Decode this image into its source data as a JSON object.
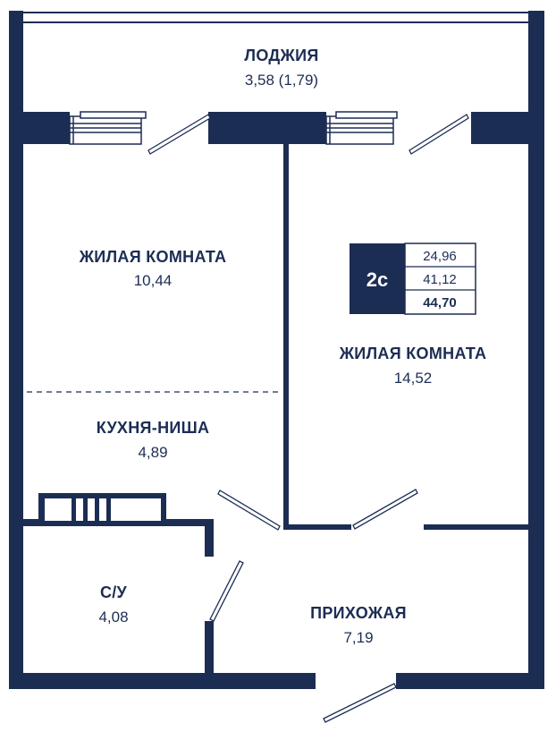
{
  "colors": {
    "wall": "#1c2d54",
    "background": "#ffffff"
  },
  "rooms": {
    "loggia": {
      "label": "ЛОДЖИЯ",
      "area": "3,58 (1,79)"
    },
    "living_room_1": {
      "label": "ЖИЛАЯ КОМНАТА",
      "area": "10,44"
    },
    "kitchen_niche": {
      "label": "КУХНЯ-НИША",
      "area": "4,89"
    },
    "living_room_2": {
      "label": "ЖИЛАЯ КОМНАТА",
      "area": "14,52"
    },
    "bathroom": {
      "label": "С/У",
      "area": "4,08"
    },
    "hallway": {
      "label": "ПРИХОЖАЯ",
      "area": "7,19"
    }
  },
  "badge": {
    "code": "2с",
    "living_area": "24,96",
    "usable_area": "41,12",
    "total_area": "44,70"
  }
}
